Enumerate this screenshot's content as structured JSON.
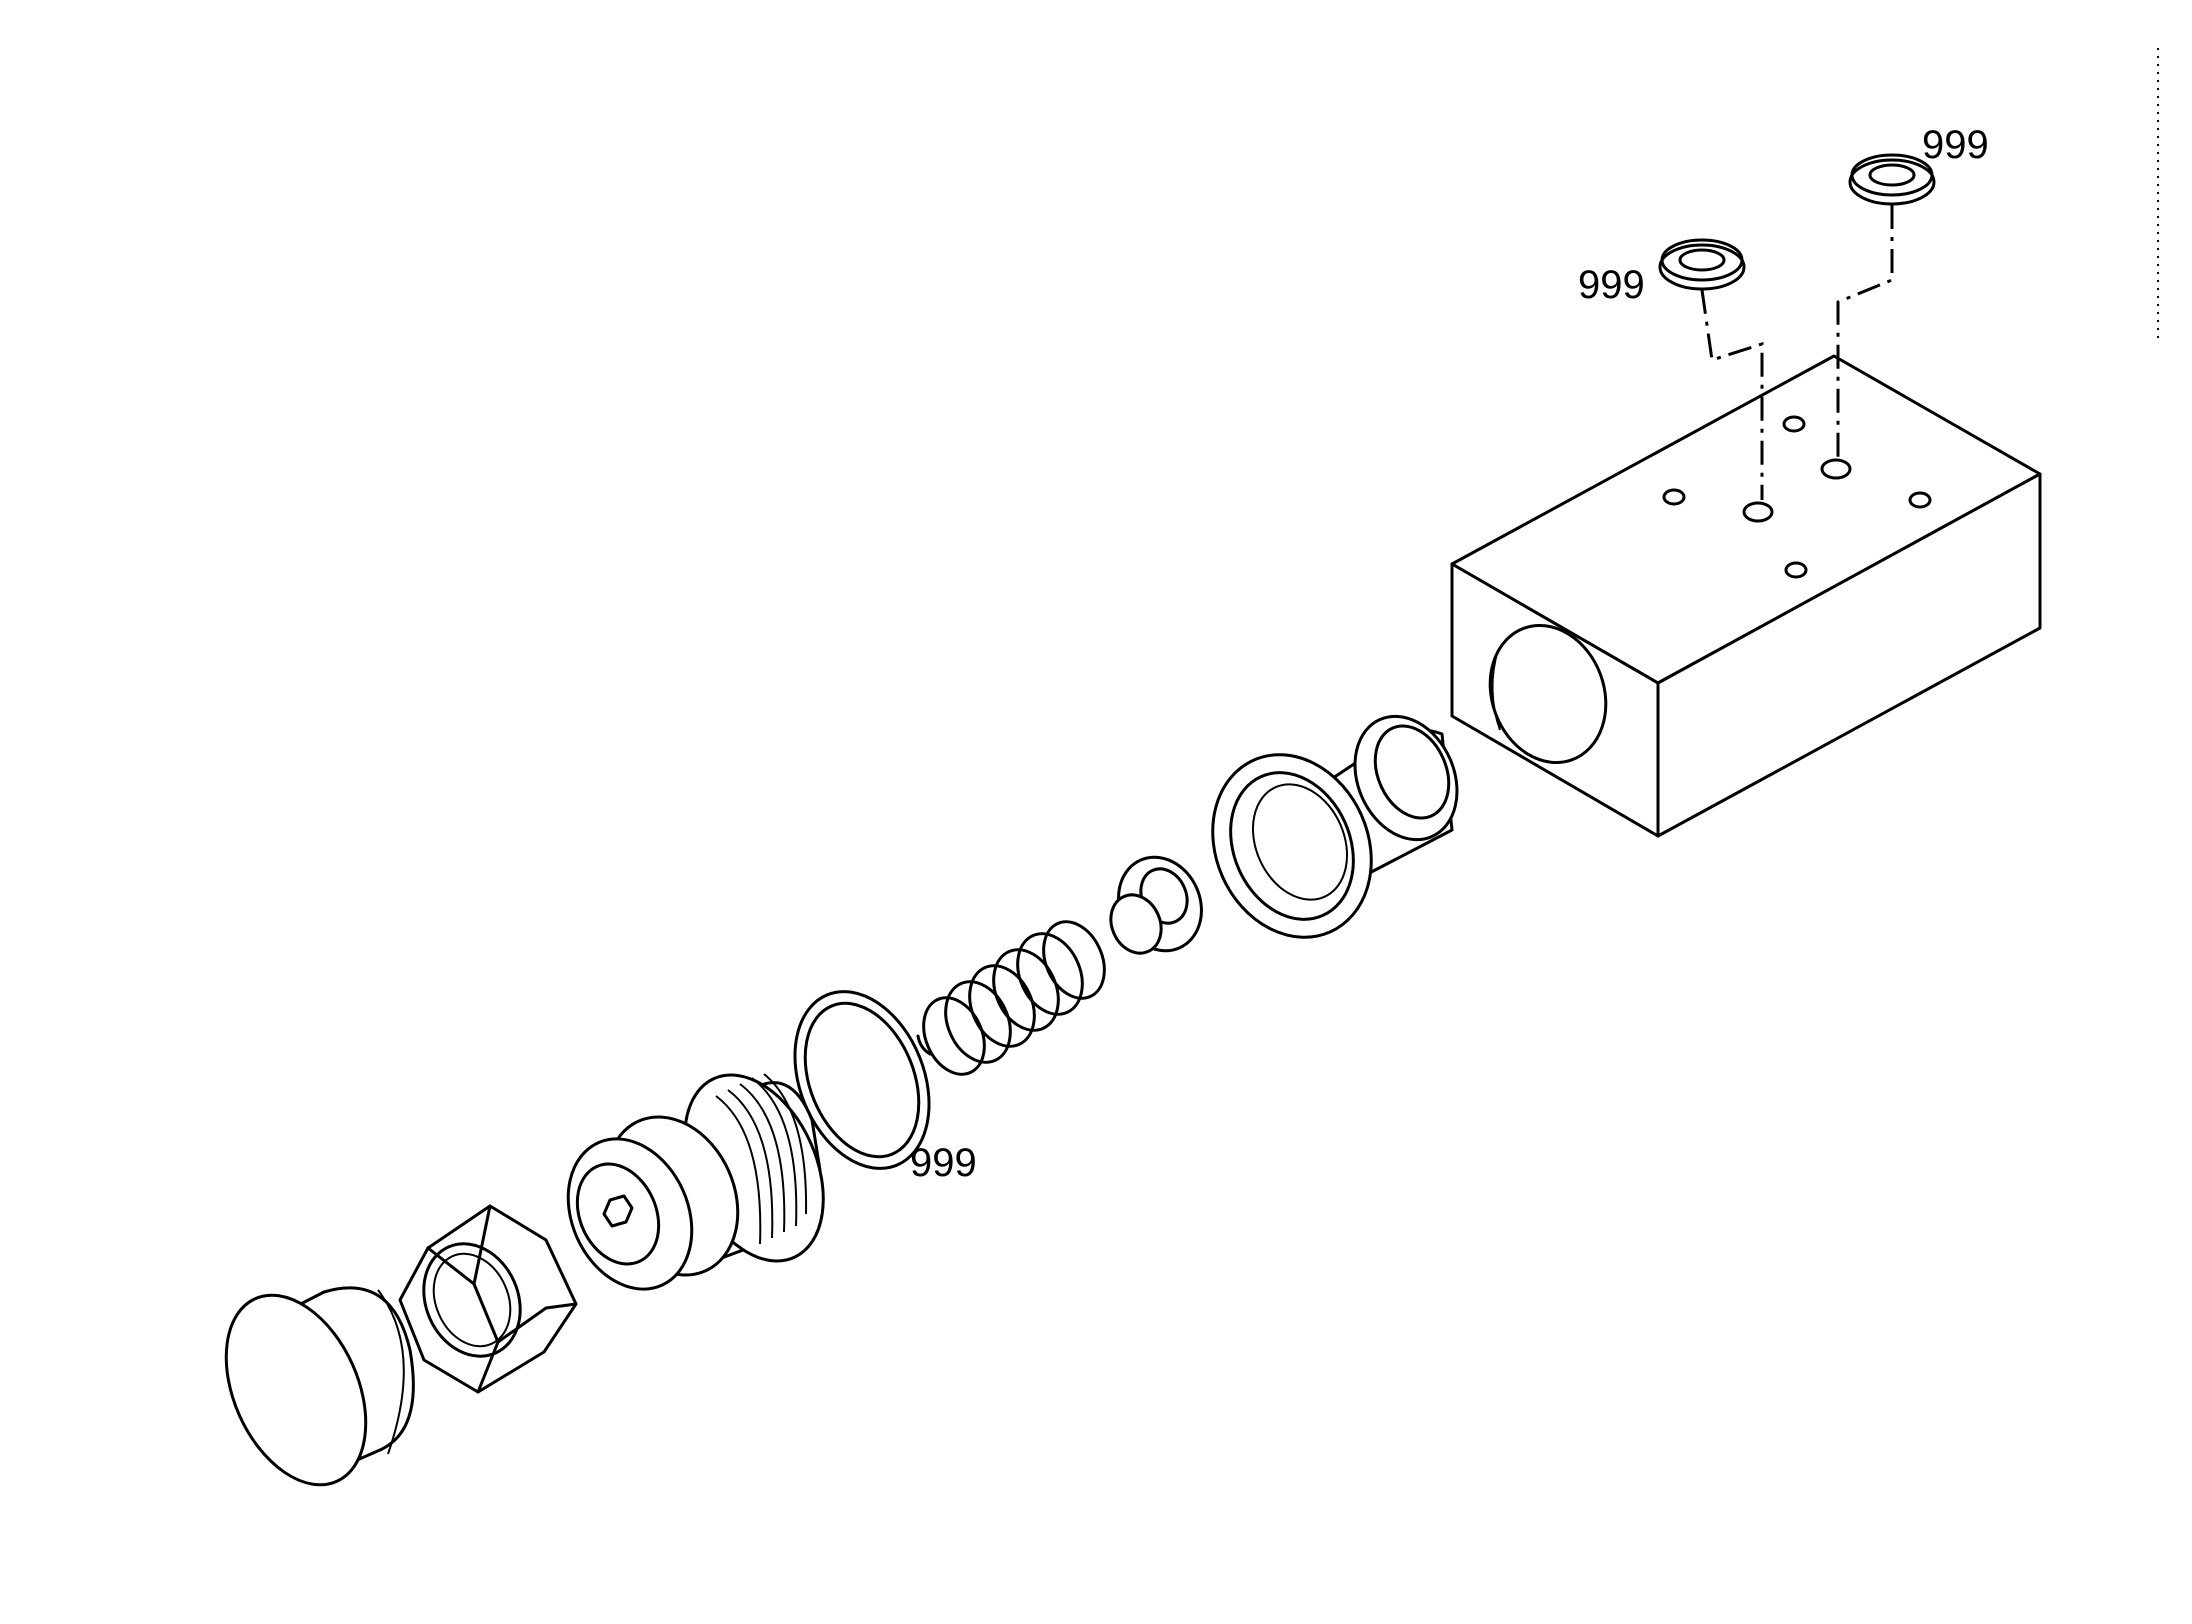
{
  "diagram": {
    "callouts": [
      {
        "id": "seal-ring-top-right",
        "label": "999"
      },
      {
        "id": "seal-ring-top-left",
        "label": "999"
      },
      {
        "id": "o-ring",
        "label": "999"
      }
    ]
  }
}
